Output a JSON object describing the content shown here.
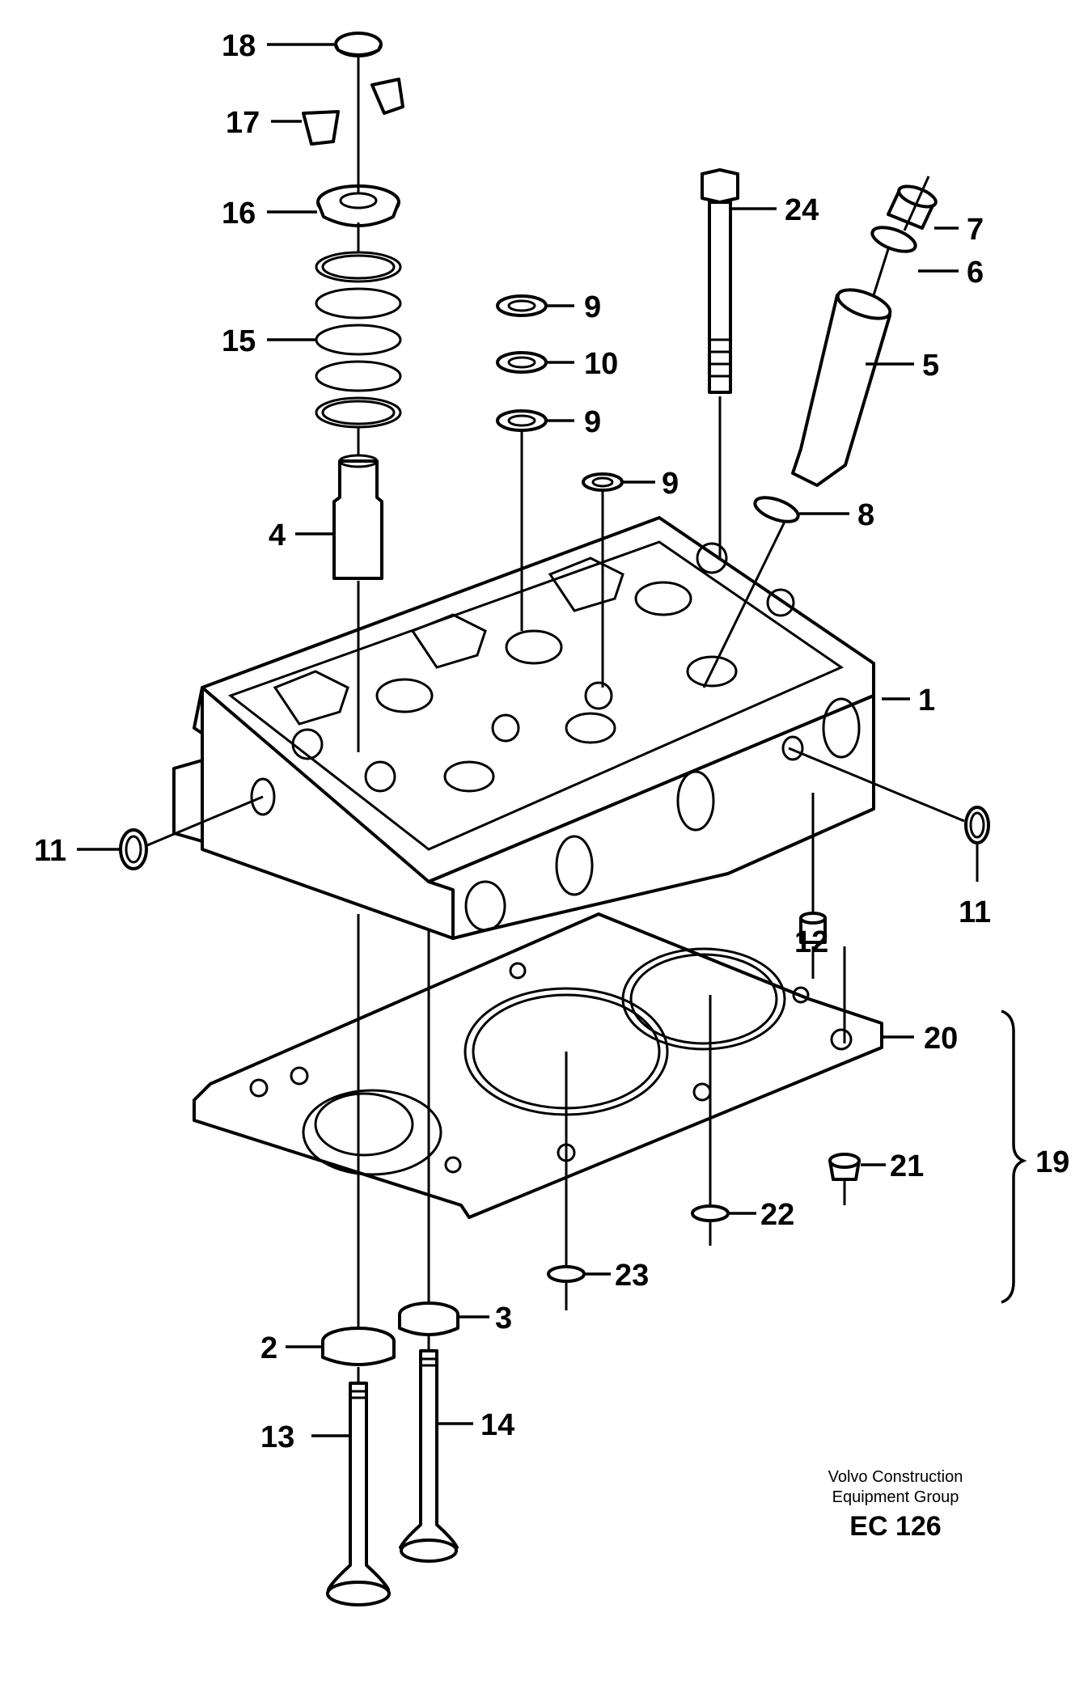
{
  "callouts": [
    "1",
    "2",
    "3",
    "4",
    "5",
    "6",
    "7",
    "8",
    "9",
    "9",
    "9",
    "10",
    "11",
    "11",
    "12",
    "13",
    "14",
    "15",
    "16",
    "17",
    "18",
    "19",
    "20",
    "21",
    "22",
    "23",
    "24"
  ],
  "brand_line1": "Volvo Construction",
  "brand_line2": "Equipment Group",
  "drawing_code": "EC 126"
}
